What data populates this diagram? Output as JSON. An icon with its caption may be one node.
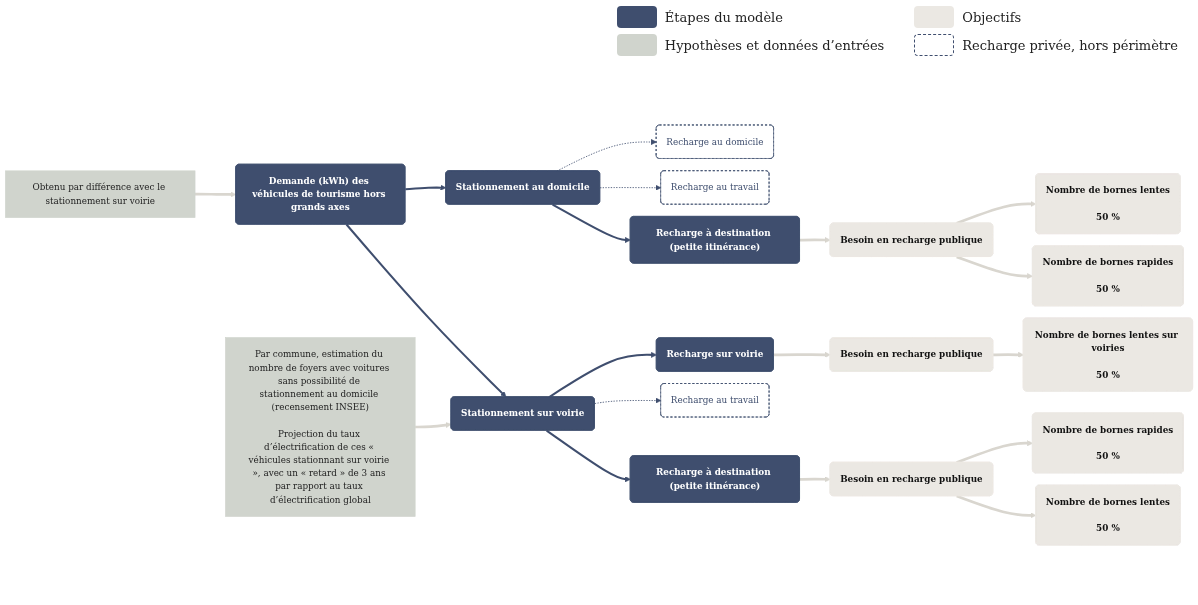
{
  "diagram": {
    "nodes": [
      {
        "text": [
          "Obtenu par différence avec le stationnement sur voirie"
        ]
      },
      {
        "text": [
          "Demande (kWh) des véhicules de tourisme hors grands axes"
        ]
      },
      {
        "text": [
          "Stationnement au domicile"
        ]
      },
      {
        "text": [
          "Stationnement sur voirie"
        ]
      },
      {
        "text": [
          "Par commune, estimation du nombre de foyers avec voitures sans possibilité de stationnement au domicile (recensement INSEE)",
          "Projection du taux d’électrification de ces « véhicules stationnant sur voirie », avec un « retard » de 3 ans par rapport au taux d’électrification global"
        ]
      },
      {
        "text": [
          "Recharge au domicile"
        ]
      },
      {
        "text": [
          "Recharge au travail"
        ]
      },
      {
        "text": [
          "Recharge à destination (petite itinérance)"
        ]
      },
      {
        "text": [
          "Recharge sur voirie"
        ]
      },
      {
        "text": [
          "Recharge au travail"
        ]
      },
      {
        "text": [
          "Recharge à destination (petite itinérance)"
        ]
      },
      {
        "text": [
          "Besoin en recharge publique"
        ]
      },
      {
        "text": [
          "Besoin en recharge publique"
        ]
      },
      {
        "text": [
          "Besoin en recharge publique"
        ]
      },
      {
        "text": [
          "Nombre de bornes lentes",
          "50 %"
        ]
      },
      {
        "text": [
          "Nombre de bornes rapides",
          "50 %"
        ]
      },
      {
        "text": [
          "Nombre de bornes lentes sur voiries",
          "50 %"
        ]
      },
      {
        "text": [
          "Nombre de bornes rapides",
          "50 %"
        ]
      },
      {
        "text": [
          "Nombre de bornes lentes",
          "50 %"
        ]
      }
    ],
    "edges": [
      {
        "from": 0,
        "to": 1,
        "arrow": "to"
      },
      {
        "from": 1,
        "to": 2,
        "arrow": "to",
        "color": "#3f4e6e"
      },
      {
        "from": 1,
        "to": 3,
        "arrow": "to",
        "color": "#3f4e6e"
      },
      {
        "from": 4,
        "to": 3,
        "arrow": "to"
      },
      {
        "from": 2,
        "to": 5,
        "arrow": "to",
        "style": "dashed",
        "color": "#3f4e6e"
      },
      {
        "from": 2,
        "to": 6,
        "arrow": "to",
        "style": "dashed",
        "color": "#3f4e6e"
      },
      {
        "from": 2,
        "to": 7,
        "arrow": "to",
        "color": "#3f4e6e"
      },
      {
        "from": 3,
        "to": 8,
        "arrow": "to",
        "color": "#3f4e6e"
      },
      {
        "from": 3,
        "to": 9,
        "arrow": "to",
        "style": "dashed",
        "color": "#3f4e6e"
      },
      {
        "from": 3,
        "to": 10,
        "arrow": "to",
        "color": "#3f4e6e"
      },
      {
        "from": 7,
        "to": 11,
        "arrow": "to"
      },
      {
        "from": 8,
        "to": 12,
        "arrow": "to"
      },
      {
        "from": 10,
        "to": 13,
        "arrow": "to"
      },
      {
        "from": 11,
        "to": 14,
        "arrow": "to"
      },
      {
        "from": 11,
        "to": 15,
        "arrow": "to"
      },
      {
        "from": 12,
        "to": 16,
        "arrow": "to"
      },
      {
        "from": 13,
        "to": 17,
        "arrow": "to"
      },
      {
        "from": 13,
        "to": 18,
        "arrow": "to"
      }
    ],
    "legend": [
      {
        "text": "Étapes du modèle",
        "color": "#3f4e6e"
      },
      {
        "text": "Objectifs",
        "color": "#ebe8e3"
      },
      {
        "text": "Hypothèses et données d’entrées",
        "color": "#d0d4cd"
      },
      {
        "text": "Recharge privée, hors périmètre"
      }
    ]
  }
}
